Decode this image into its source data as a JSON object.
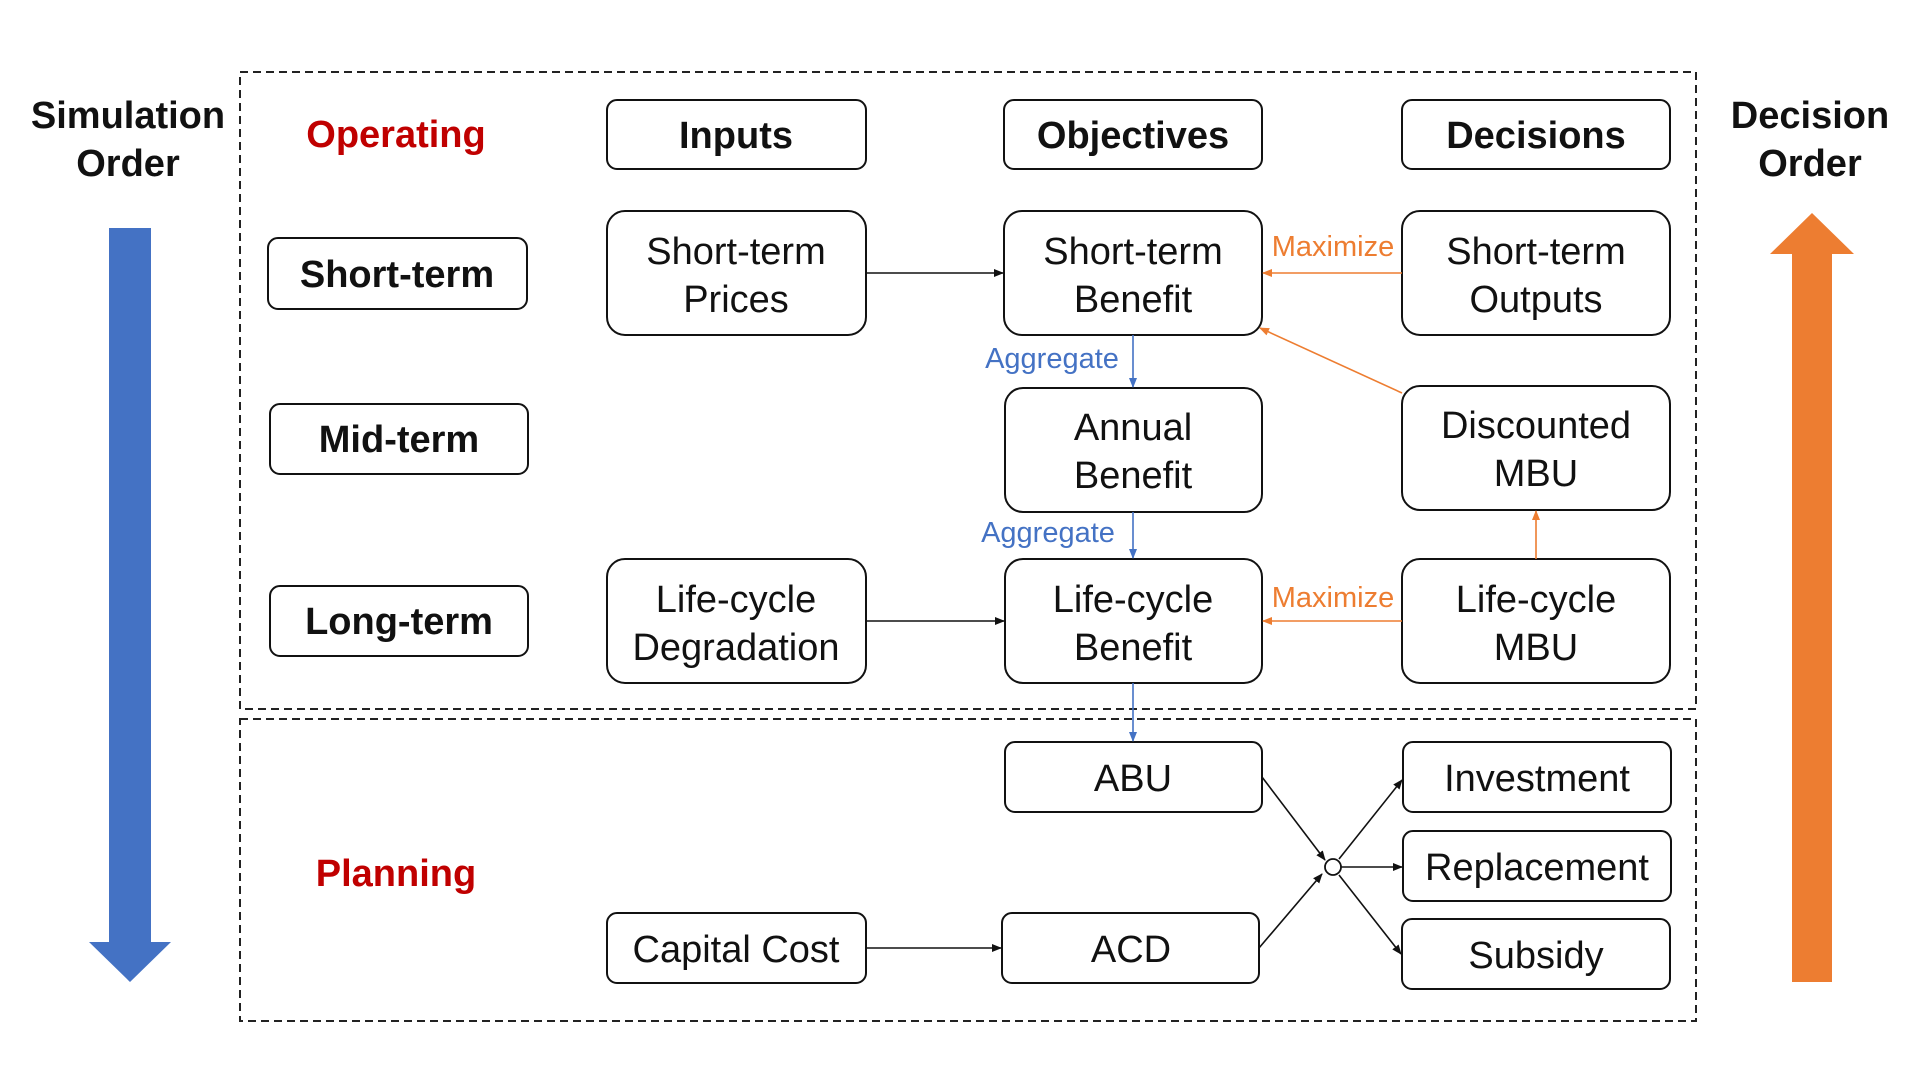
{
  "side": {
    "left_line1": "Simulation",
    "left_line2": "Order",
    "right_line1": "Decision",
    "right_line2": "Order",
    "left_arrow_color": "#4472c4",
    "right_arrow_color": "#ed7d31"
  },
  "sections": {
    "operating": "Operating",
    "planning": "Planning",
    "label_color": "#c00000"
  },
  "headers": {
    "inputs": "Inputs",
    "objectives": "Objectives",
    "decisions": "Decisions"
  },
  "rows": {
    "short_term": "Short-term",
    "mid_term": "Mid-term",
    "long_term": "Long-term"
  },
  "boxes": {
    "short_term_prices": [
      "Short-term",
      "Prices"
    ],
    "short_term_benefit": [
      "Short-term",
      "Benefit"
    ],
    "short_term_outputs": [
      "Short-term",
      "Outputs"
    ],
    "annual_benefit": [
      "Annual",
      "Benefit"
    ],
    "discounted_mbu": [
      "Discounted",
      "MBU"
    ],
    "lifecycle_degradation": [
      "Life-cycle",
      "Degradation"
    ],
    "lifecycle_benefit": [
      "Life-cycle",
      "Benefit"
    ],
    "lifecycle_mbu": [
      "Life-cycle",
      "MBU"
    ],
    "abu": "ABU",
    "capital_cost": "Capital Cost",
    "acd": "ACD",
    "investment": "Investment",
    "replacement": "Replacement",
    "subsidy": "Subsidy"
  },
  "edge_labels": {
    "aggregate_1": "Aggregate",
    "aggregate_2": "Aggregate",
    "maximize_1": "Maximize",
    "maximize_2": "Maximize",
    "aggregate_color": "#4472c4",
    "maximize_color": "#ed7d31"
  }
}
